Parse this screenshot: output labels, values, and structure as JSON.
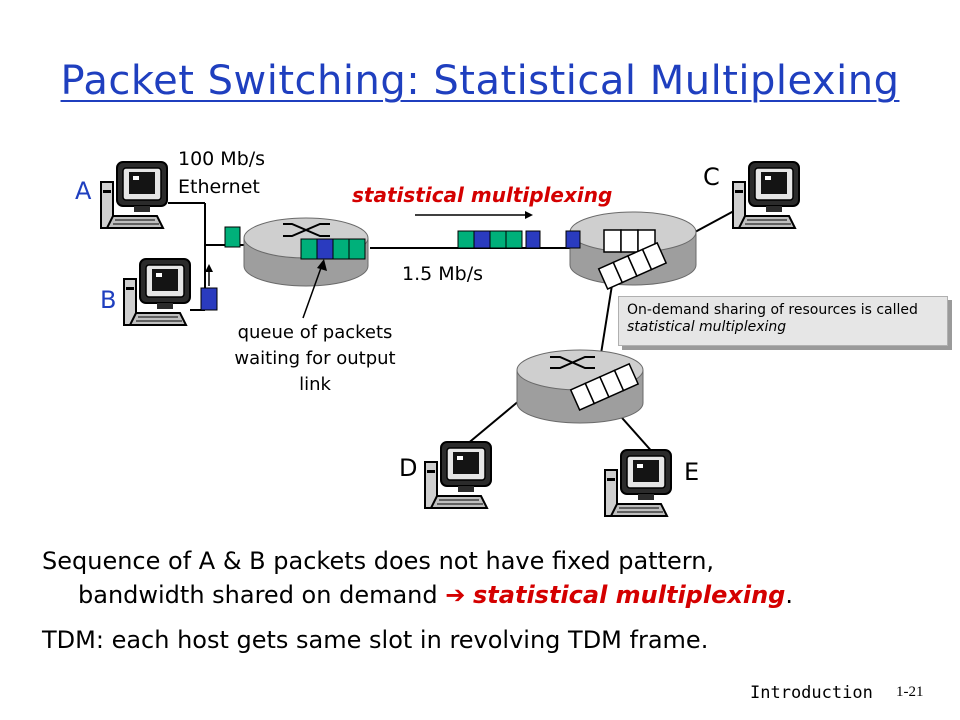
{
  "title": "Packet Switching: Statistical Multiplexing",
  "hosts": {
    "a": "A",
    "b": "B",
    "c": "C",
    "d": "D",
    "e": "E"
  },
  "link_top": {
    "rate": "100 Mb/s",
    "type": "Ethernet"
  },
  "link_mid": "1.5 Mb/s",
  "stat_mux_label": "statistical multiplexing",
  "queue_label": {
    "line1": "queue of packets",
    "line2": "waiting for output",
    "line3": "link"
  },
  "note": {
    "prefix": "On-demand sharing of resources is called ",
    "emph": "statistical multiplexing"
  },
  "body": {
    "line1": "Sequence of A & B packets does not have fixed pattern,",
    "line2_prefix": "bandwidth shared on demand",
    "arrow": "➔",
    "line2_emph": "statistical multiplexing",
    "line2_suffix": ".",
    "line3": "TDM: each host gets same slot in revolving TDM frame."
  },
  "footer": {
    "section": "Introduction",
    "page": "1-21"
  },
  "colors": {
    "title": "#1f3fbf",
    "emphasis": "#d40000",
    "packet_green": "#00b07a",
    "packet_blue": "#2a3bbf"
  }
}
